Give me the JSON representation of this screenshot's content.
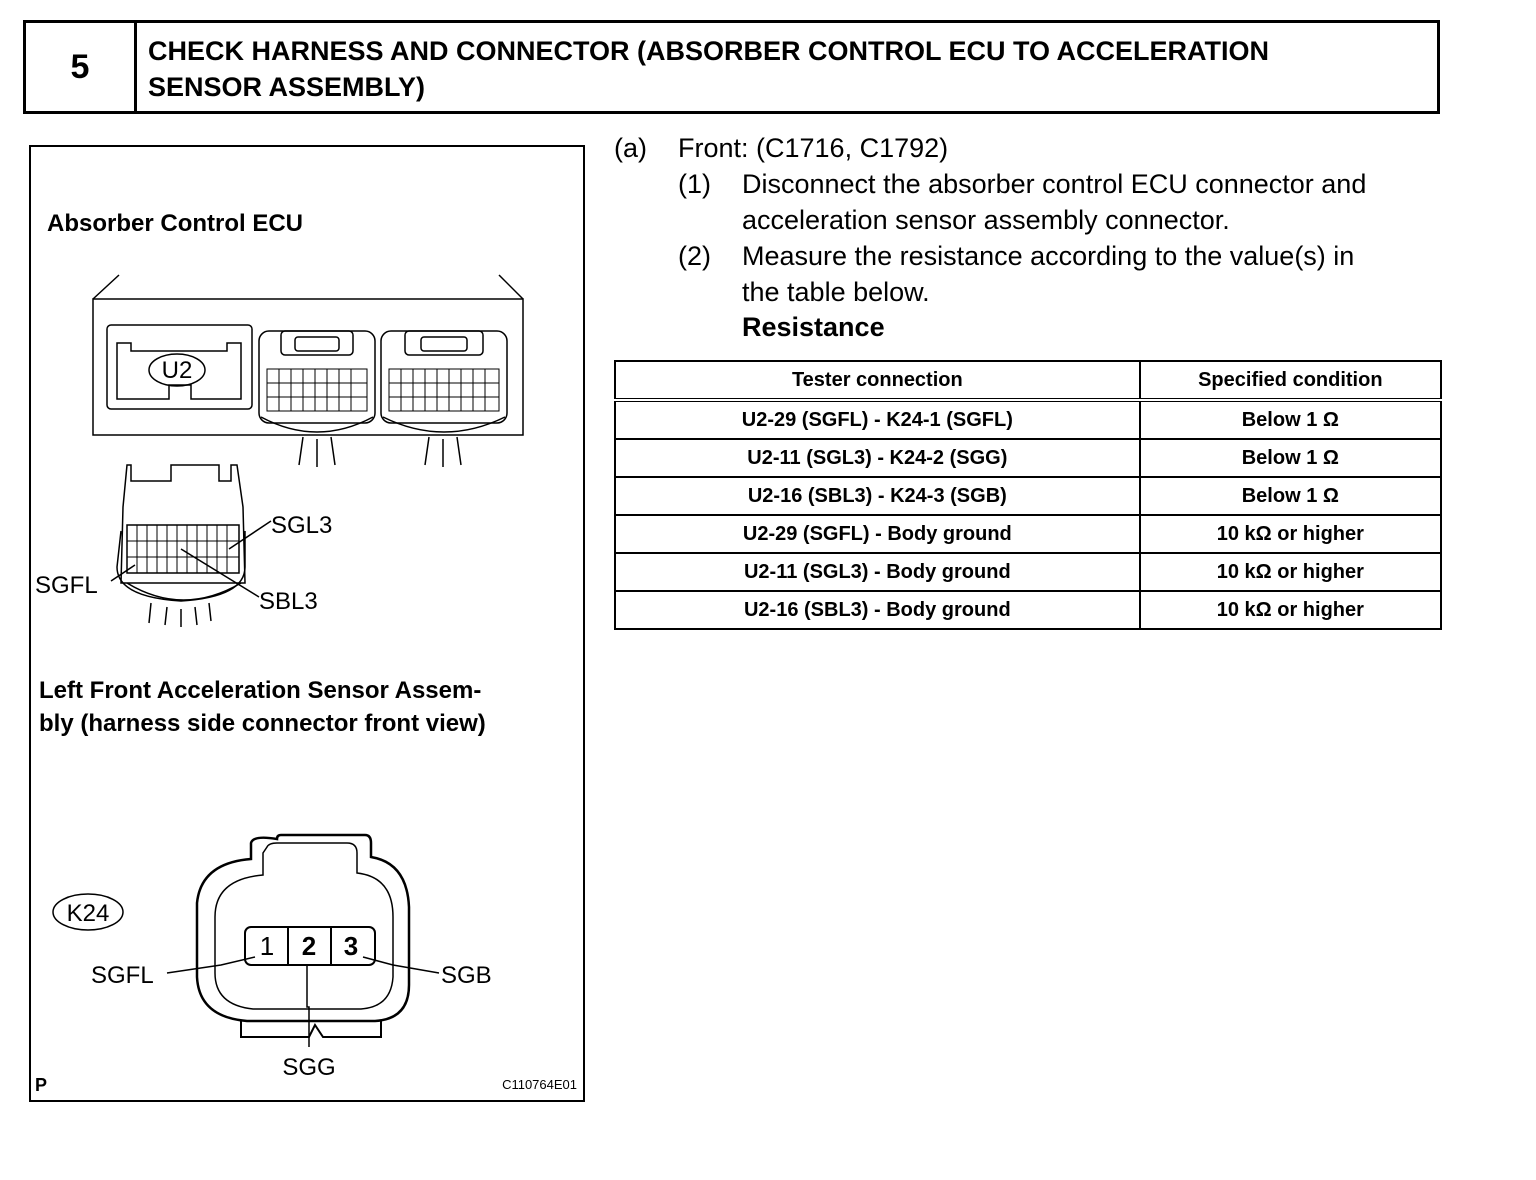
{
  "step": {
    "number": "5",
    "title_line1": "CHECK HARNESS AND CONNECTOR (ABSORBER CONTROL ECU TO ACCELERATION",
    "title_line2": "SENSOR ASSEMBLY)"
  },
  "figure": {
    "ecu_title": "Absorber Control ECU",
    "ecu_connector_id": "U2",
    "ecu_pins": {
      "sgl3": "SGL3",
      "sgfl": "SGFL",
      "sbl3": "SBL3"
    },
    "sensor_title_line1": "Left Front Acceleration Sensor Assem-",
    "sensor_title_line2": "bly (harness side connector front view)",
    "sensor_connector_id": "K24",
    "sensor_pin_numbers": [
      "1",
      "2",
      "3"
    ],
    "sensor_pins": {
      "sgfl": "SGFL",
      "sgg": "SGG",
      "sgb": "SGB"
    },
    "corner_mark": "P",
    "figure_code": "C110764E01"
  },
  "instructions": {
    "a_marker": "(a)",
    "a_text": "Front: (C1716, C1792)",
    "step1_marker": "(1)",
    "step1_line1": "Disconnect the absorber control ECU connector and",
    "step1_line2": "acceleration sensor assembly connector.",
    "step2_marker": "(2)",
    "step2_line1": "Measure the resistance according to the value(s) in",
    "step2_line2": "the table below.",
    "heading": "Resistance"
  },
  "table": {
    "headers": [
      "Tester connection",
      "Specified condition"
    ],
    "rows": [
      [
        "U2-29 (SGFL) - K24-1 (SGFL)",
        "Below 1 Ω"
      ],
      [
        "U2-11 (SGL3) - K24-2 (SGG)",
        "Below 1 Ω"
      ],
      [
        "U2-16 (SBL3) - K24-3 (SGB)",
        "Below 1 Ω"
      ],
      [
        "U2-29 (SGFL) - Body ground",
        "10 kΩ or higher"
      ],
      [
        "U2-11 (SGL3) - Body ground",
        "10 kΩ or higher"
      ],
      [
        "U2-16 (SBL3) - Body ground",
        "10 kΩ or higher"
      ]
    ]
  }
}
